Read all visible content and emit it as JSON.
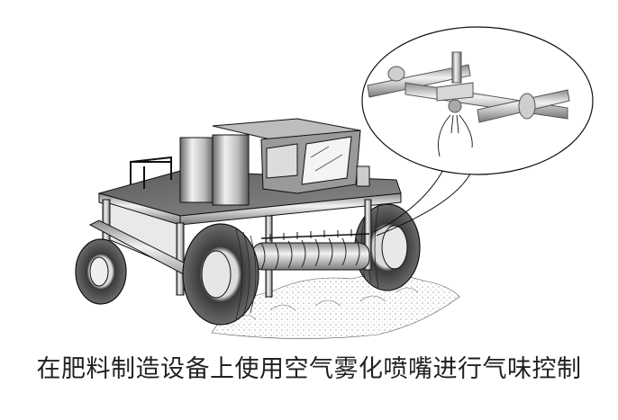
{
  "figure": {
    "caption": "在肥料制造设备上使用空气雾化喷嘴进行气味控制",
    "subject": "compost-turner-machine",
    "callout": "air-atomizing-spray-nozzle-on-pipe-manifold"
  },
  "colors": {
    "line": "#1a1a1a",
    "metal_dark": "#555555",
    "metal_mid": "#a8a8a8",
    "metal_light": "#e6e6e6",
    "caption_text": "#231f20",
    "background": "#ffffff"
  }
}
